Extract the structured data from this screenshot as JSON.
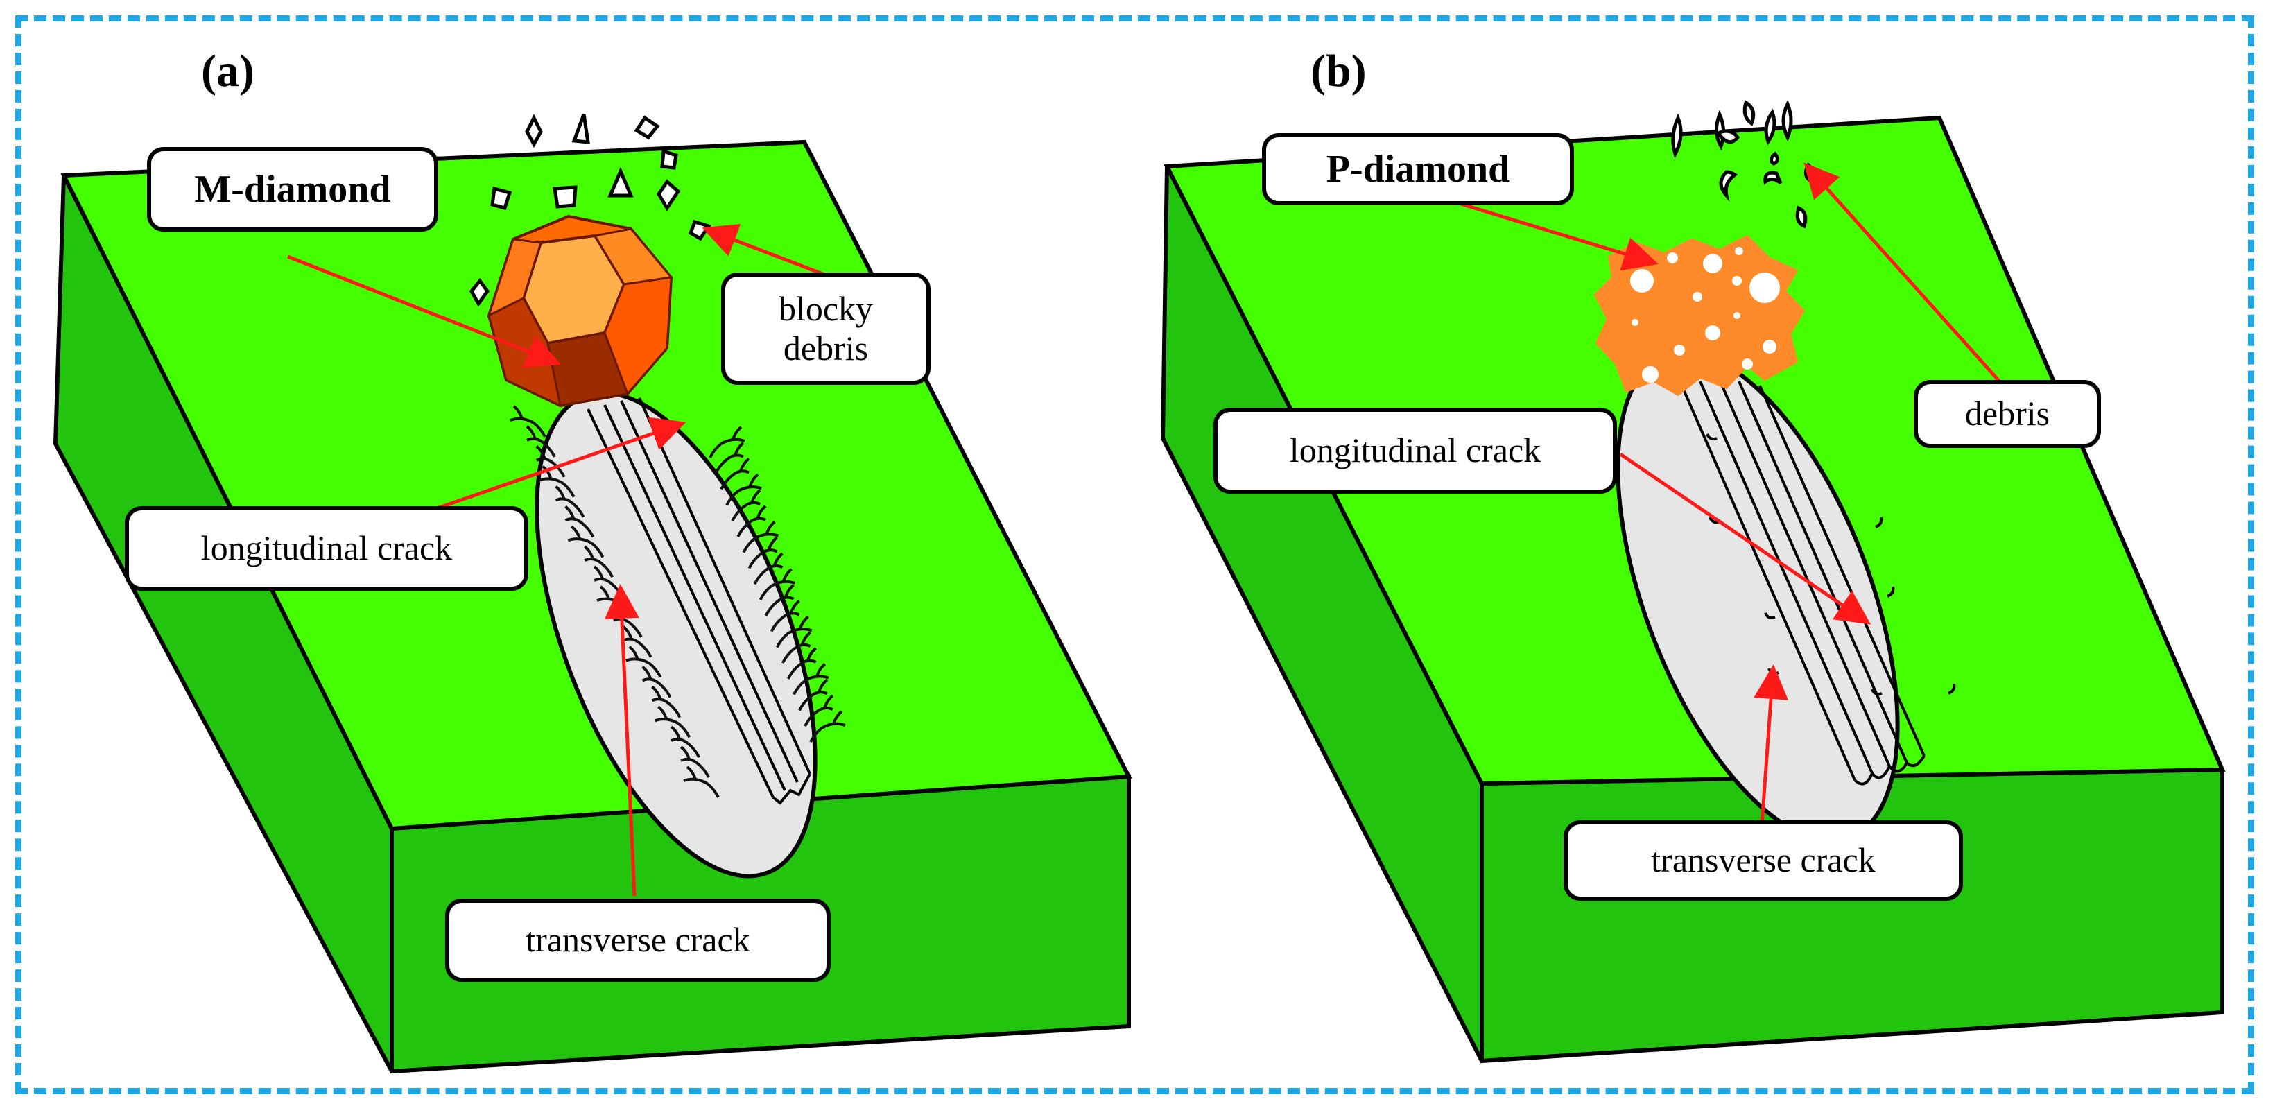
{
  "panels": [
    {
      "tag": "(a)",
      "grain_label": "M-diamond",
      "debris_label_line1": "blocky",
      "debris_label_line2": "debris",
      "longitudinal_label": "longitudinal crack",
      "transverse_label": "transverse crack"
    },
    {
      "tag": "(b)",
      "grain_label": "P-diamond",
      "debris_label": "debris",
      "longitudinal_label": "longitudinal crack",
      "transverse_label": "transverse crack"
    }
  ],
  "colors": {
    "frame_border": "#1ea7e3",
    "workpiece_top": "#44ff00",
    "workpiece_sides": "#22c40e",
    "scratch_groove": "#e6e6e6",
    "m_diamond": "#ff6a00",
    "p_diamond": "#ff8a2a",
    "arrow": "#ff1a1a"
  }
}
